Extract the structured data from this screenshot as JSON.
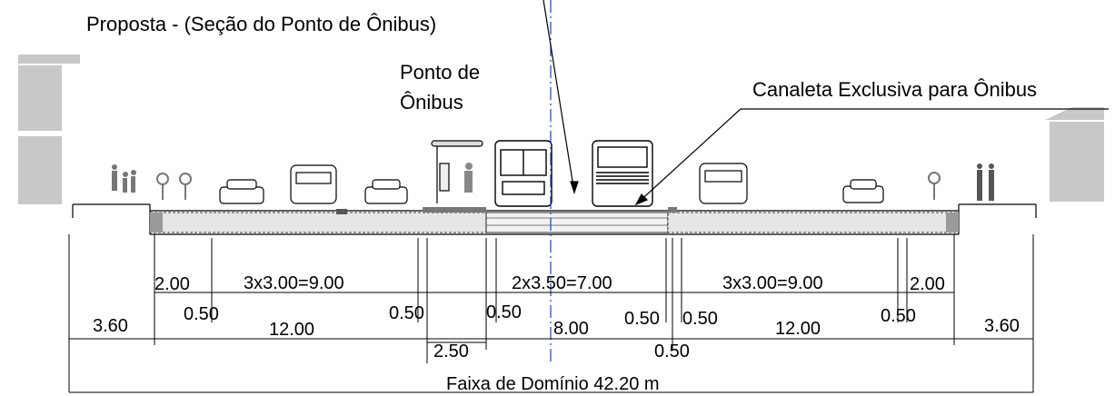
{
  "title": "Proposta - (Seção do Ponto de Ônibus)",
  "annotations": {
    "bus_stop_line1": "Ponto de",
    "bus_stop_line2": "Ônibus",
    "bus_channel": "Canaleta Exclusiva para Ônibus"
  },
  "dimensions": {
    "sidewalk_left": "3.60",
    "sidewalk_right": "3.60",
    "bike_left": "2.00",
    "bike_right": "2.00",
    "lanes_left": "3x3.00=9.00",
    "lanes_right": "3x3.00=9.00",
    "bus_lanes": "2x3.50=7.00",
    "roadway_left": "12.00",
    "roadway_right": "12.00",
    "central": "8.00",
    "platform": "2.50",
    "sep_1": "0.50",
    "sep_2": "0.50",
    "sep_3": "0.50",
    "sep_4": "0.50",
    "sep_5": "0.50",
    "sep_6": "0.50",
    "sep_7": "0.50",
    "total": "Faixa de Domínio 42.20 m"
  },
  "colors": {
    "line": "#000000",
    "centerline": "#1f3fbf",
    "building": "#c8c8c8",
    "pavement_fill": "#d9d9d9"
  }
}
